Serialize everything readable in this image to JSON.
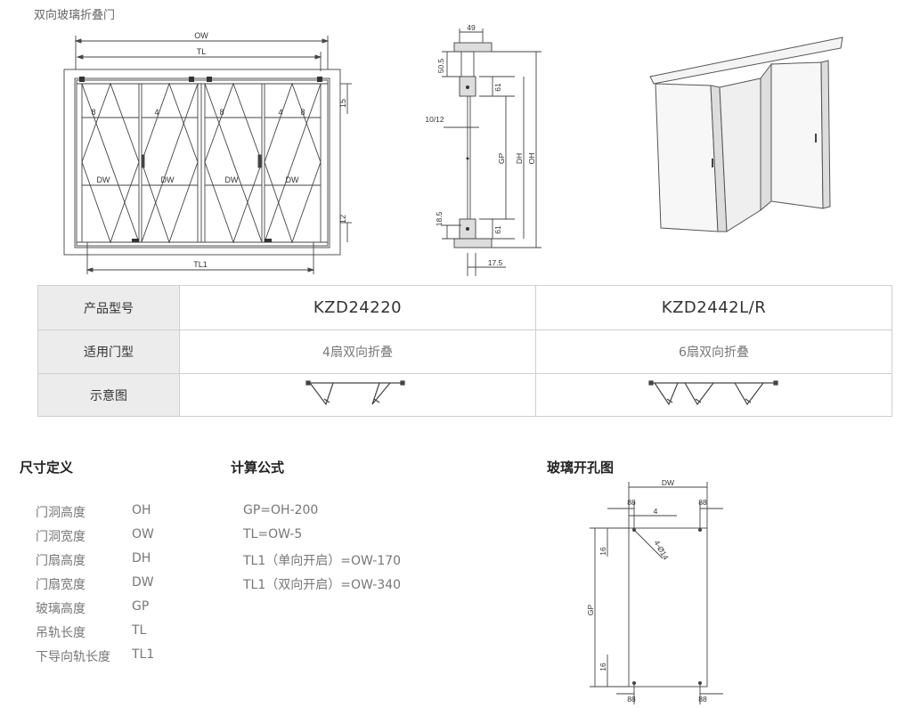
{
  "page_title": "双向玻璃折叠门",
  "drawing_front": {
    "ow": "OW",
    "tl": "TL",
    "tl1": "TL1",
    "dw": "DW",
    "gap_8": "8",
    "gap_4": "4",
    "dim_15": "15",
    "dim_12": "12"
  },
  "drawing_side": {
    "d49": "49",
    "d50_5": "50.5",
    "d61": "61",
    "d10_12": "10/12",
    "gp": "GP",
    "dh": "DH",
    "oh": "OH",
    "d18_5": "18.5",
    "d17_5": "17.5"
  },
  "table": {
    "rows": [
      {
        "head": "产品型号",
        "col1": "KZD24220",
        "col2": "KZD2442L/R"
      },
      {
        "head": "适用门型",
        "col1": "4扇双向折叠",
        "col2": "6扇双向折叠"
      },
      {
        "head": "示意图",
        "col1": "",
        "col2": ""
      }
    ]
  },
  "definitions": {
    "title": "尺寸定义",
    "items": [
      {
        "label": "门洞高度",
        "value": "OH"
      },
      {
        "label": "门洞宽度",
        "value": "OW"
      },
      {
        "label": "门扇高度",
        "value": "DH"
      },
      {
        "label": "门扇宽度",
        "value": "DW"
      },
      {
        "label": "玻璃高度",
        "value": "GP"
      },
      {
        "label": "吊轨长度",
        "value": "TL"
      },
      {
        "label": "下导向轨长度",
        "value": "TL1"
      }
    ]
  },
  "formulas": {
    "title": "计算公式",
    "items": [
      "GP=OH-200",
      "TL=OW-5",
      "TL1（单向开启）=OW-170",
      "TL1（双向开启）=OW-340"
    ]
  },
  "glass_hole": {
    "title": "玻璃开孔图",
    "dw": "DW",
    "d88": "88",
    "d4": "4",
    "hole": "4-Ø14",
    "d16": "16",
    "gp": "GP"
  }
}
